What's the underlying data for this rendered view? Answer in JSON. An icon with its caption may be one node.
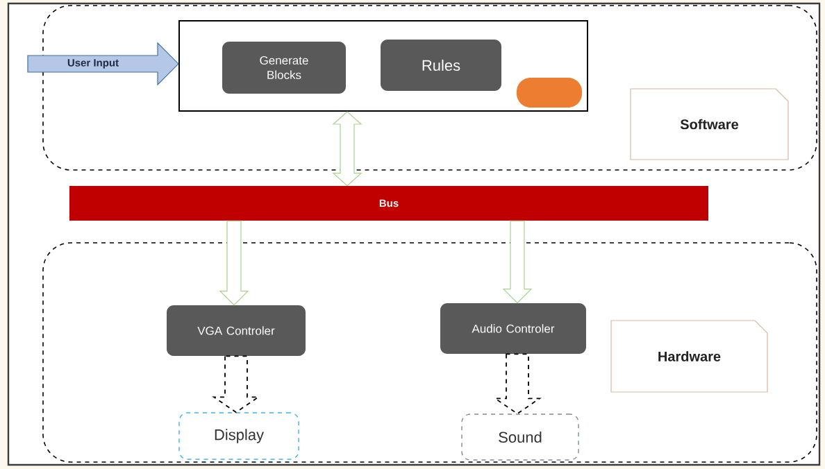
{
  "diagram": {
    "nodes": [
      {
        "text": [],
        "shape": "box"
      },
      {
        "text": [],
        "shape": "box",
        "in": 0
      },
      {
        "text": [
          "Generate Blocks"
        ],
        "in": 1
      },
      {
        "text": [
          "Rules"
        ],
        "in": 1
      },
      {
        "text": [],
        "shape": "box",
        "in": 1
      },
      {
        "text": [
          "Software"
        ],
        "in": 0
      },
      {
        "text": [
          "Bus"
        ]
      },
      {
        "text": [],
        "shape": "box"
      },
      {
        "text": [
          "VGA Controler"
        ],
        "in": 7
      },
      {
        "text": [
          "Audio Controler"
        ],
        "in": 7
      },
      {
        "text": [
          "Hardware"
        ],
        "in": 7
      },
      {
        "text": [
          "Display"
        ],
        "in": 7
      },
      {
        "text": [
          "Sound"
        ],
        "in": 7
      }
    ],
    "edges": [
      {
        "from": null,
        "to": 1,
        "arrow": "to",
        "label": "User Input",
        "color": "#b4c7e7"
      },
      {
        "from": 1,
        "to": 6,
        "arrow": "both"
      },
      {
        "from": 6,
        "to": 8,
        "arrow": "to"
      },
      {
        "from": 6,
        "to": 9,
        "arrow": "to"
      },
      {
        "from": 8,
        "to": 11,
        "arrow": "to",
        "style": "dashed",
        "color": "#000000"
      },
      {
        "from": 9,
        "to": 12,
        "arrow": "to",
        "style": "dashed",
        "color": "#000000"
      }
    ]
  }
}
